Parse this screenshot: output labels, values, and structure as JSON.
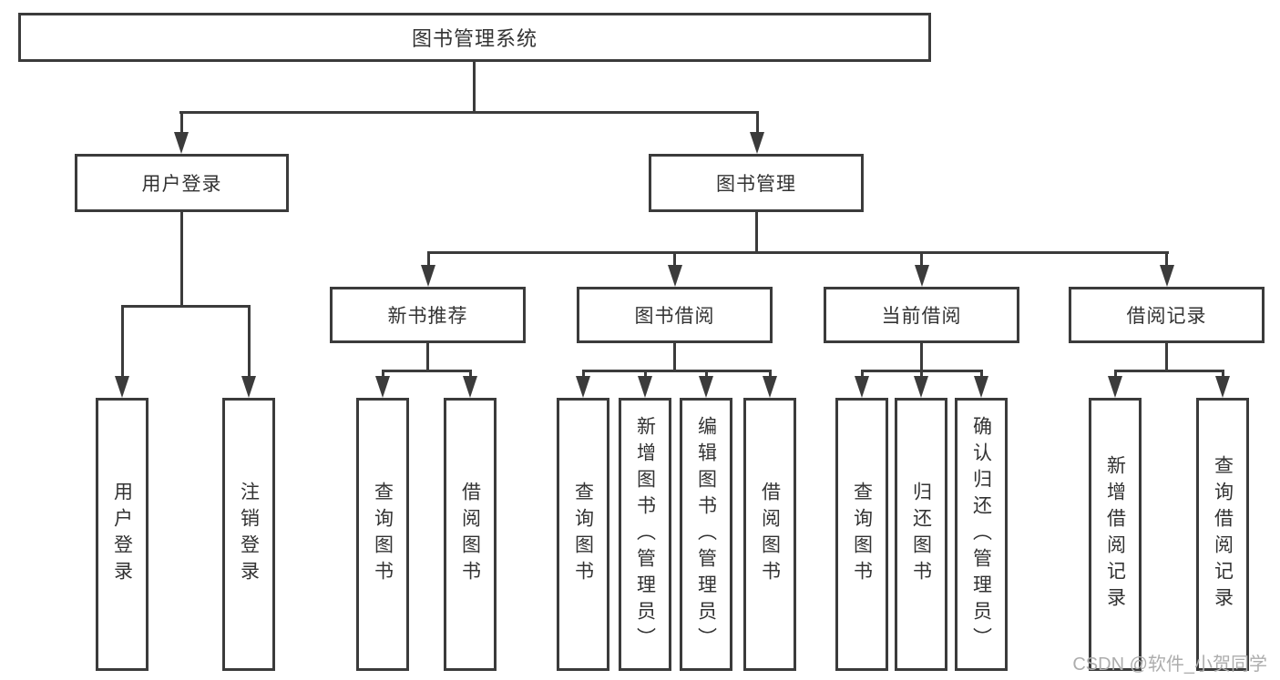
{
  "diagram_title": "图书管理系统",
  "tree": {
    "label": "图书管理系统",
    "children": [
      {
        "label": "用户登录",
        "children": [
          {
            "label": "用户登录"
          },
          {
            "label": "注销登录"
          }
        ]
      },
      {
        "label": "图书管理",
        "children": [
          {
            "label": "新书推荐",
            "children": [
              {
                "label": "查询图书"
              },
              {
                "label": "借阅图书"
              }
            ]
          },
          {
            "label": "图书借阅",
            "children": [
              {
                "label": "查询图书"
              },
              {
                "label": "新增图书（管理员）"
              },
              {
                "label": "编辑图书（管理员）"
              },
              {
                "label": "借阅图书"
              }
            ]
          },
          {
            "label": "当前借阅",
            "children": [
              {
                "label": "查询图书"
              },
              {
                "label": "归还图书"
              },
              {
                "label": "确认归还（管理员）"
              }
            ]
          },
          {
            "label": "借阅记录",
            "children": [
              {
                "label": "新增借阅记录"
              },
              {
                "label": "查询借阅记录"
              }
            ]
          }
        ]
      }
    ]
  },
  "watermark": "CSDN @软件_小贺同学",
  "colors": {
    "line": "#3b3b3b",
    "text": "#333333",
    "bg": "#ffffff",
    "watermark": "#adadad"
  }
}
